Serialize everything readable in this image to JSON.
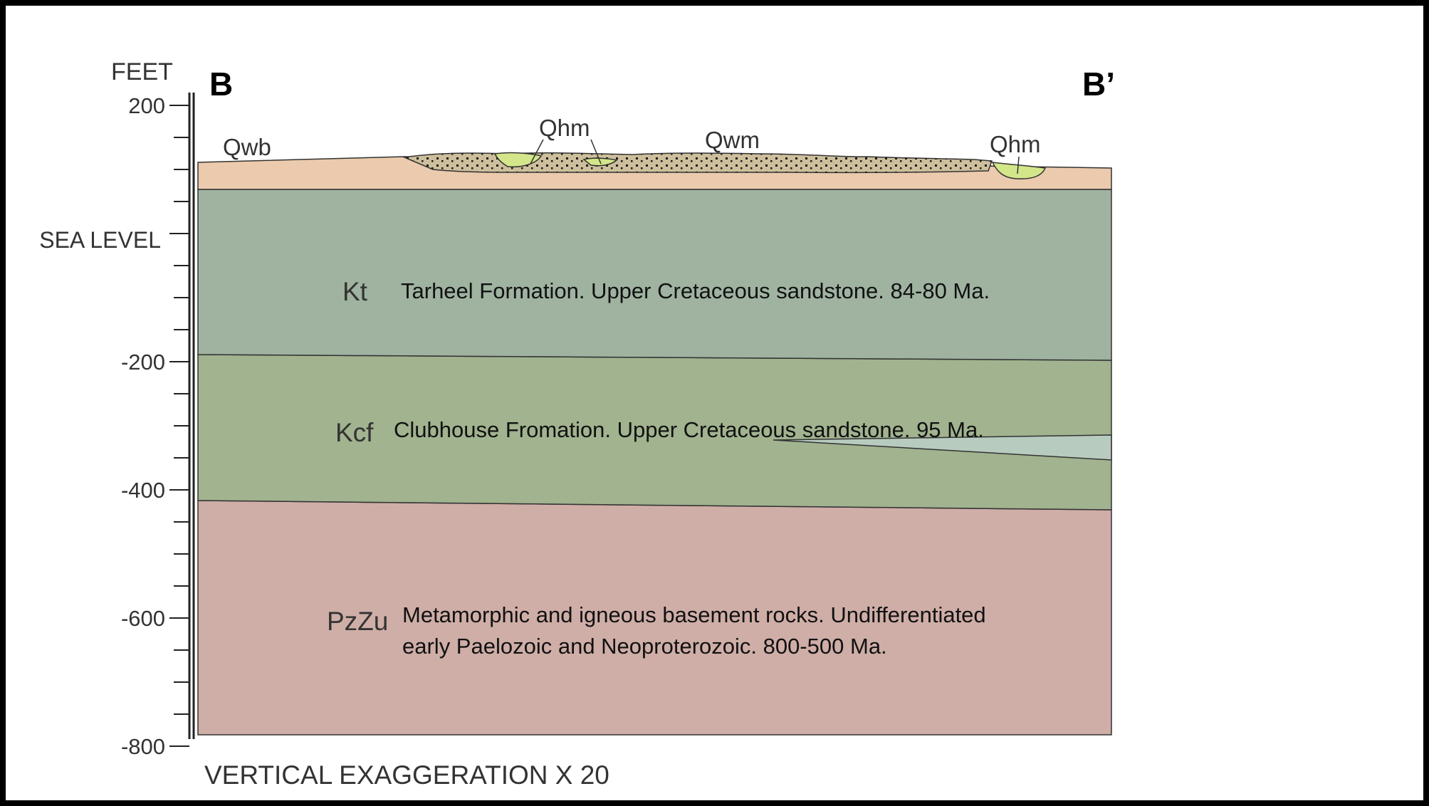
{
  "axis": {
    "unit_label": "FEET",
    "sea_level_label": "SEA LEVEL",
    "ticks": [
      {
        "value": 200,
        "label": "200"
      },
      {
        "value": 0,
        "label": ""
      },
      {
        "value": -200,
        "label": "-200"
      },
      {
        "value": -400,
        "label": "-400"
      },
      {
        "value": -600,
        "label": "-600"
      },
      {
        "value": -800,
        "label": "-800"
      }
    ],
    "footer": "VERTICAL EXAGGERATION X 20"
  },
  "section_ends": {
    "left": "B",
    "right": "B’"
  },
  "surface_units": [
    {
      "code": "Qwb",
      "color": "#ebcaad"
    },
    {
      "code": "Qhm",
      "color": "#d3e68a"
    },
    {
      "code": "Qwm",
      "color": "#cdbf9c"
    },
    {
      "code": "Qhm",
      "color": "#d3e68a"
    }
  ],
  "layers": [
    {
      "code": "Kt",
      "color": "#9fb3a0",
      "description_lines": [
        "Tarheel Formation.  Upper Cretaceous sandstone.  84-80 Ma."
      ]
    },
    {
      "code": "Kcf",
      "color": "#a1b38f",
      "description_lines": [
        "Clubhouse Fromation. Upper Cretaceous sandstone.  95 Ma."
      ]
    },
    {
      "code": "PzZu",
      "color": "#cfaea7",
      "description_lines": [
        "Metamorphic and igneous basement rocks.  Undifferentiated",
        "early Paelozoic and Neoproterozoic.  800-500 Ma."
      ]
    }
  ],
  "wedge_color": "#b8cbbf"
}
